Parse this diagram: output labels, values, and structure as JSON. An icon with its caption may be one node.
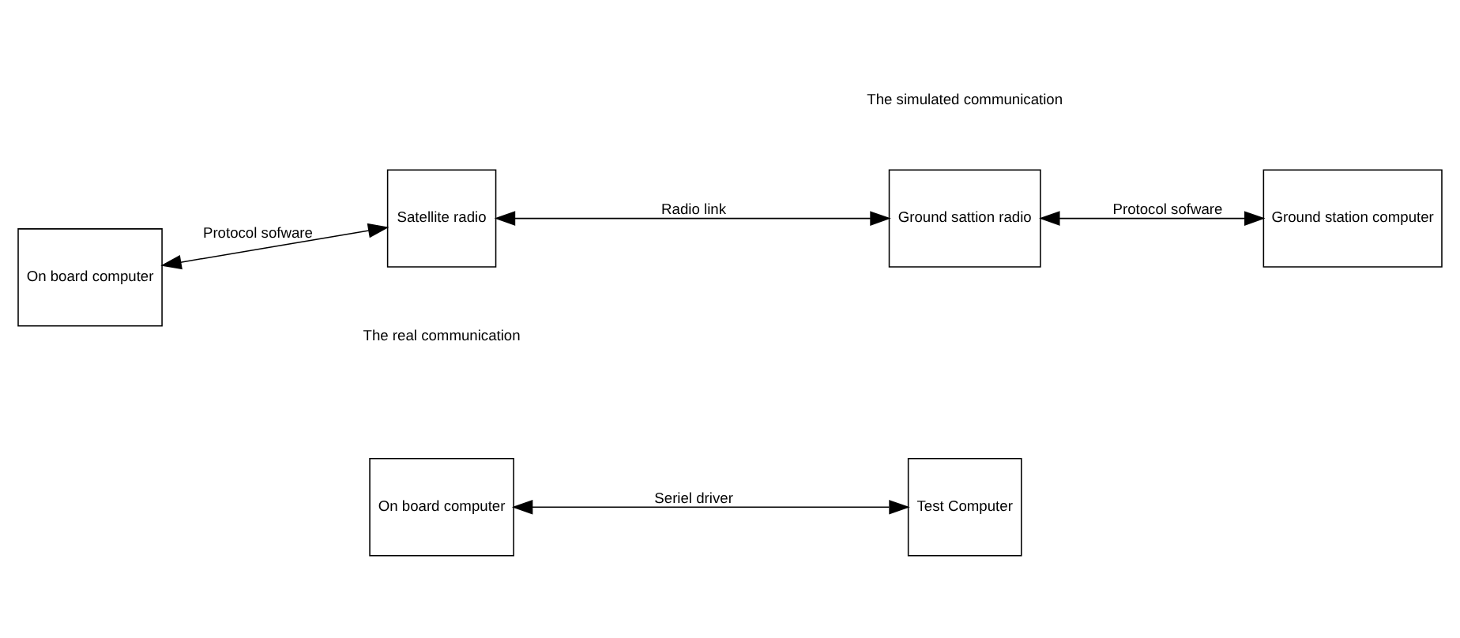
{
  "diagram": {
    "nodes": [
      {
        "text": [
          "On board computer"
        ]
      },
      {
        "text": [
          "Satellite radio"
        ]
      },
      {
        "text": [
          "Ground sattion radio"
        ]
      },
      {
        "text": [
          "Ground station computer"
        ]
      },
      {
        "text": [
          "On board computer"
        ]
      },
      {
        "text": [
          "Test Computer"
        ]
      }
    ],
    "edges": [
      {
        "from": 0,
        "to": 1,
        "arrow": "both",
        "label": "Protocol sofware"
      },
      {
        "from": 1,
        "to": 2,
        "arrow": "both",
        "label": "Radio link"
      },
      {
        "from": 2,
        "to": 3,
        "arrow": "both",
        "label": "Protocol sofware"
      },
      {
        "from": 4,
        "to": 5,
        "arrow": "both",
        "label": "Seriel driver"
      }
    ],
    "labels": [
      "The real communication",
      "The simulated communication"
    ]
  }
}
